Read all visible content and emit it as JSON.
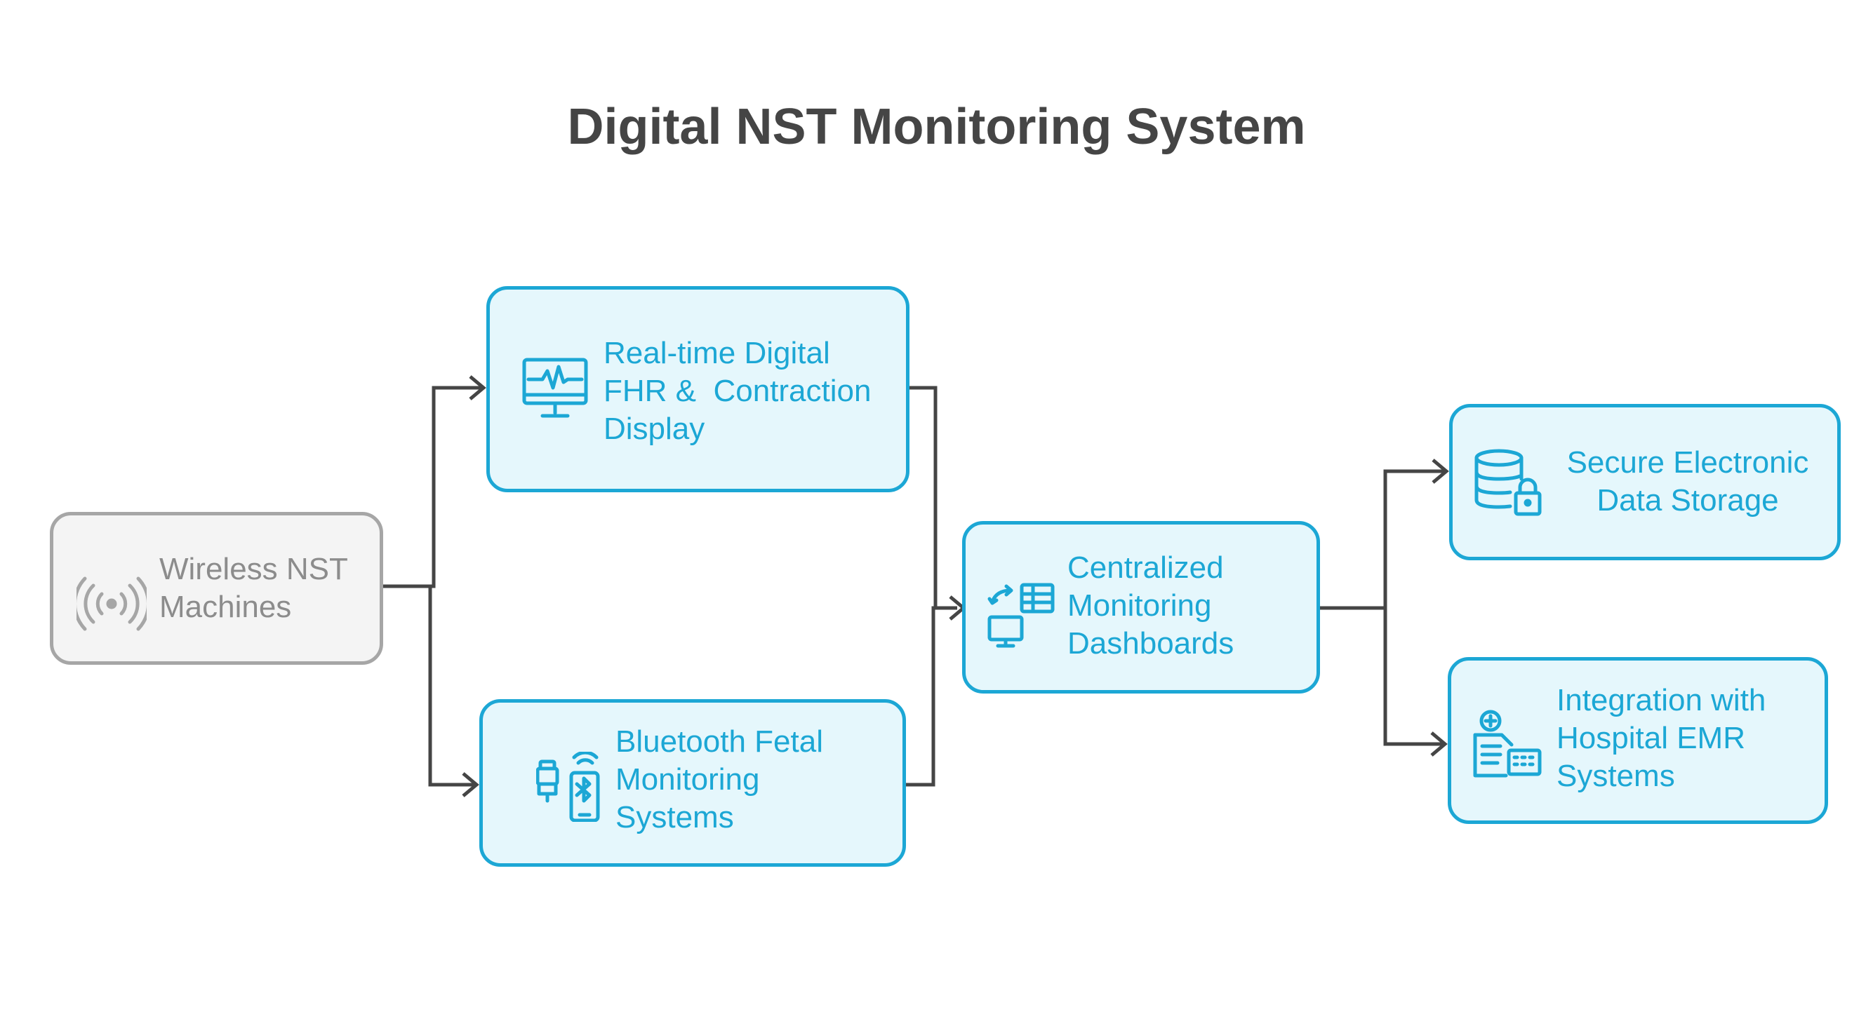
{
  "title": "Digital NST Monitoring System",
  "colors": {
    "accent": "#1ca7d5",
    "accent_fill": "#e5f7fc",
    "source_border": "#a6a6a6",
    "source_fill": "#f4f4f4",
    "source_text": "#8c8c8c",
    "connector": "#454545",
    "title": "#454545"
  },
  "nodes": {
    "wireless": {
      "label": "Wireless NST\nMachines",
      "icon": "wireless-signal-icon"
    },
    "realtime": {
      "label": "Real-time Digital\nFHR &  Contraction\nDisplay",
      "icon": "heart-monitor-icon"
    },
    "bluetooth": {
      "label": "Bluetooth Fetal\nMonitoring\nSystems",
      "icon": "bluetooth-device-icon"
    },
    "dashboards": {
      "label": "Centralized\nMonitoring\nDashboards",
      "icon": "dashboard-sync-icon"
    },
    "storage": {
      "label": "Secure Electronic\nData Storage",
      "icon": "secure-database-icon"
    },
    "emr": {
      "label": "Integration with\nHospital EMR\nSystems",
      "icon": "medical-record-icon"
    }
  },
  "connections": [
    {
      "from": "Wireless NST\nMachines",
      "to": "Real-time Digital\nFHR &  Contraction\nDisplay"
    },
    {
      "from": "Wireless NST\nMachines",
      "to": "Bluetooth Fetal\nMonitoring\nSystems"
    },
    {
      "from": "Real-time Digital\nFHR &  Contraction\nDisplay",
      "to": "Centralized\nMonitoring\nDashboards"
    },
    {
      "from": "Bluetooth Fetal\nMonitoring\nSystems",
      "to": "Centralized\nMonitoring\nDashboards"
    },
    {
      "from": "Centralized\nMonitoring\nDashboards",
      "to": "Secure Electronic\nData Storage"
    },
    {
      "from": "Centralized\nMonitoring\nDashboards",
      "to": "Integration with\nHospital EMR\nSystems"
    }
  ]
}
